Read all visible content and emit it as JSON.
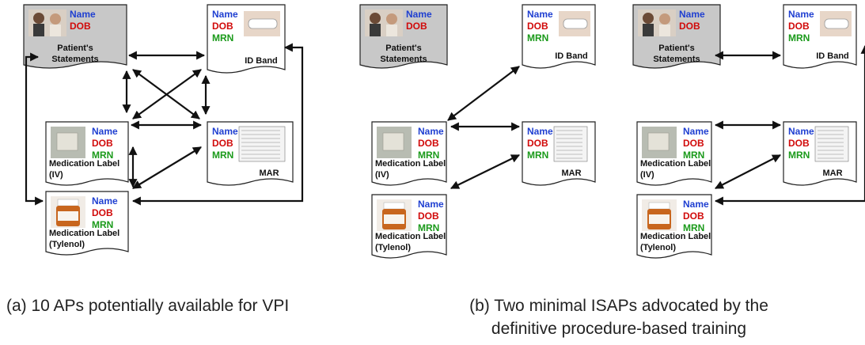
{
  "colors": {
    "name": "#1f3fd1",
    "dob": "#d10a0a",
    "mrn": "#1a9a1a",
    "doc_fill": "#ffffff",
    "statements_fill": "#c8c8c8",
    "stroke": "#222222",
    "arrow": "#111111"
  },
  "fields": {
    "name": "Name",
    "dob": "DOB",
    "mrn": "MRN"
  },
  "documents": {
    "statements": {
      "title": [
        "Patient's",
        "Statements"
      ],
      "image": "two-people-photo-icon",
      "fields": [
        "name",
        "dob"
      ]
    },
    "idband": {
      "title": [
        "ID Band"
      ],
      "image": "wristband-photo-icon",
      "fields": [
        "name",
        "dob",
        "mrn"
      ]
    },
    "medlabel_iv": {
      "title": [
        "Medication Label",
        "(IV)"
      ],
      "image": "iv-bag-photo-icon",
      "fields": [
        "name",
        "dob",
        "mrn"
      ]
    },
    "mar": {
      "title": [
        "MAR"
      ],
      "image": "mar-form-icon",
      "fields": [
        "name",
        "dob",
        "mrn"
      ]
    },
    "medlabel_tylenol": {
      "title": [
        "Medication Label",
        "(Tylenol)"
      ],
      "image": "pill-bottle-photo-icon",
      "fields": [
        "name",
        "dob",
        "mrn"
      ]
    }
  },
  "panels": [
    {
      "id": "a",
      "connections": [
        [
          "statements",
          "idband"
        ],
        [
          "statements",
          "medlabel_iv"
        ],
        [
          "statements",
          "mar"
        ],
        [
          "statements",
          "medlabel_tylenol"
        ],
        [
          "idband",
          "medlabel_iv"
        ],
        [
          "idband",
          "mar"
        ],
        [
          "idband",
          "medlabel_tylenol"
        ],
        [
          "medlabel_iv",
          "mar"
        ],
        [
          "medlabel_iv",
          "medlabel_tylenol"
        ],
        [
          "mar",
          "medlabel_tylenol"
        ]
      ]
    },
    {
      "id": "b1",
      "connections": [
        [
          "idband",
          "medlabel_iv"
        ],
        [
          "medlabel_iv",
          "mar"
        ],
        [
          "mar",
          "medlabel_tylenol"
        ]
      ]
    },
    {
      "id": "b2",
      "connections": [
        [
          "statements",
          "idband"
        ],
        [
          "medlabel_iv",
          "mar"
        ],
        [
          "mar",
          "medlabel_tylenol"
        ],
        [
          "idband",
          "medlabel_tylenol"
        ]
      ]
    }
  ],
  "captions": {
    "a": "(a) 10 APs potentially available for VPI",
    "b_line1": "(b) Two minimal ISAPs advocated by the",
    "b_line2": "definitive procedure-based training"
  }
}
